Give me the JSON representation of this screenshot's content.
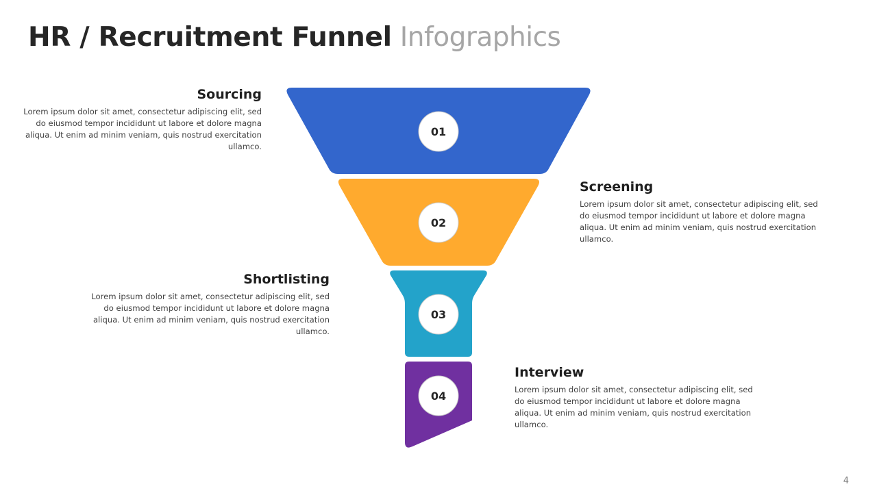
{
  "title": {
    "bold": "HR / Recruitment Funnel",
    "light": "Infographics"
  },
  "colors": {
    "stage1": "#3366cc",
    "stage2": "#ffaa2e",
    "stage3": "#23a3ca",
    "stage4": "#7030a0"
  },
  "stages": [
    {
      "number": "01",
      "heading": "Sourcing",
      "text": "Lorem ipsum dolor sit amet, consectetur adipiscing elit, sed do eiusmod tempor incididunt ut labore et dolore magna aliqua. Ut enim ad minim veniam, quis nostrud exercitation ullamco."
    },
    {
      "number": "02",
      "heading": "Screening",
      "text": "Lorem ipsum dolor sit amet, consectetur adipiscing elit, sed do eiusmod tempor incididunt ut labore et dolore magna aliqua. Ut enim ad minim veniam, quis nostrud exercitation ullamco."
    },
    {
      "number": "03",
      "heading": "Shortlisting",
      "text": "Lorem ipsum dolor sit amet, consectetur adipiscing elit, sed do eiusmod tempor incididunt ut labore et dolore magna aliqua. Ut enim ad minim veniam, quis nostrud exercitation ullamco."
    },
    {
      "number": "04",
      "heading": "Interview",
      "text": "Lorem ipsum dolor sit amet, consectetur adipiscing elit, sed do eiusmod tempor incididunt ut labore et dolore magna aliqua. Ut enim ad minim veniam, quis nostrud exercitation ullamco."
    }
  ],
  "page_number": "4"
}
